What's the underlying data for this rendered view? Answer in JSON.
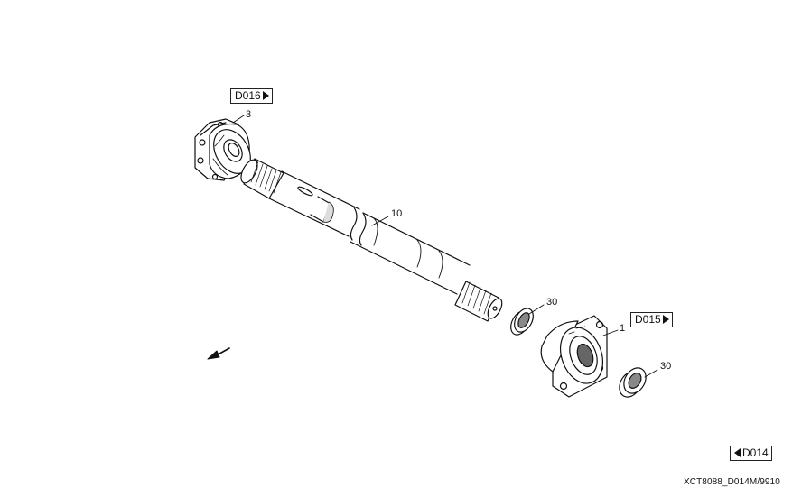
{
  "references": {
    "top": "D016",
    "right": "D015",
    "bottom": "D014"
  },
  "callouts": {
    "flange_top": "3",
    "shaft": "10",
    "ring_upper": "30",
    "flange_bottom": "1",
    "ring_lower": "30"
  },
  "drawing_code": "XCT8088_D014M/9910",
  "colors": {
    "ink": "#111111",
    "paper": "#ffffff"
  }
}
